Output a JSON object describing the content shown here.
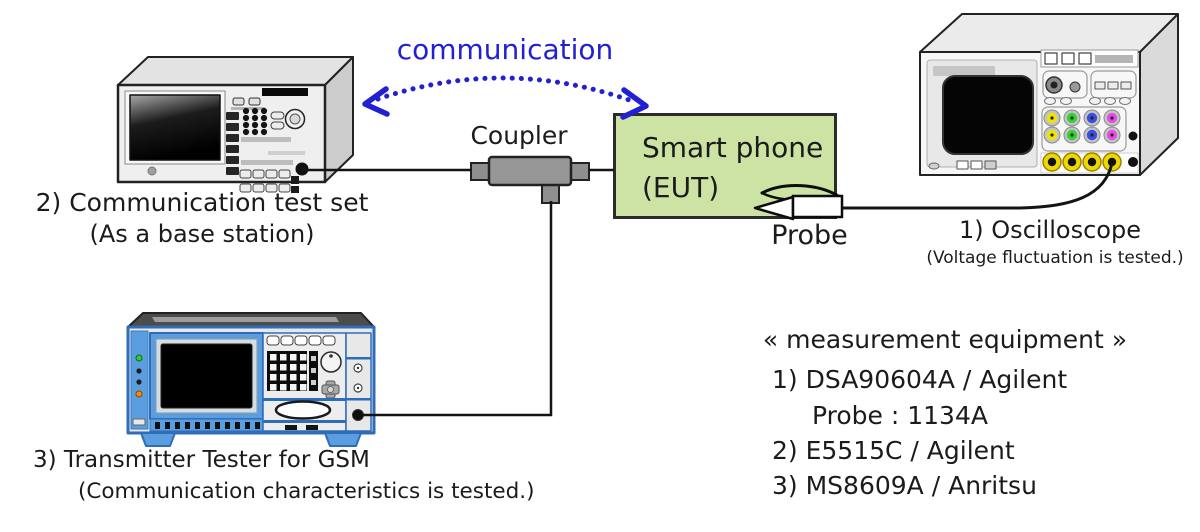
{
  "colors": {
    "communication_blue": "#2121d1",
    "eut_fill": "#cde3a3",
    "eut_border": "#2b2b2b",
    "line_black": "#141414",
    "coupler_gray": "#949494",
    "transmitter_blue": "#5b9ee0",
    "connector_colors": [
      "#f0e300",
      "#2fd42f",
      "#3a4fe0",
      "#e84ae8"
    ],
    "bnc_yellow": "#edd800"
  },
  "labels": {
    "communication": "communication",
    "coupler": "Coupler",
    "probe": "Probe"
  },
  "eut": {
    "line1": "Smart phone",
    "line2": "(EUT)"
  },
  "captions": {
    "oscilloscope": {
      "title": "1) Oscilloscope",
      "subtitle": "(Voltage fluctuation is tested.)"
    },
    "test_set": {
      "title": "2) Communication test set",
      "subtitle": "(As a base station)"
    },
    "transmitter": {
      "title": "3) Transmitter Tester for GSM",
      "subtitle": "(Communication characteristics is tested.)"
    }
  },
  "equipment": {
    "title": "« measurement equipment »",
    "items": [
      "1) DSA90604A / Agilent",
      "Probe : 1134A",
      "2) E5515C / Agilent",
      "3) MS8609A / Anritsu"
    ]
  },
  "illustrations": [
    "communication-test-set-illustration",
    "oscilloscope-illustration",
    "transmitter-tester-illustration",
    "coupler-icon",
    "probe-icon",
    "communication-arc-arrow-icon"
  ]
}
